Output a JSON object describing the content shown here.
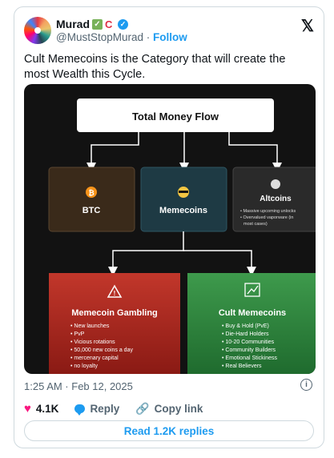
{
  "author": {
    "name": "Murad",
    "handle": "@MustStopMurad",
    "separator": "·",
    "follow_label": "Follow"
  },
  "icons": {
    "x_logo": "𝕏",
    "badge_square": "✓",
    "badge_c": "C",
    "verified": "✓"
  },
  "tweet": {
    "text": "Cult Memecoins is the Category that will create the most Wealth this Cycle."
  },
  "image": {
    "top_box": "Total Money Flow",
    "btc_label": "BTC",
    "memecoins_label": "Memecoins",
    "altcoins_label": "Altcoins",
    "altcoin_bullets": [
      "Massive upcoming unlocks",
      "Overvalued vaporware (in",
      "most cases)"
    ],
    "gambling_title": "Memecoin Gambling",
    "gambling_bullets": [
      "New launches",
      "PvP",
      "Vicious rotations",
      "50,000 new coins a day",
      "mercenary capital",
      "no loyalty"
    ],
    "cult_title": "Cult Memecoins",
    "cult_bullets": [
      "Buy & Hold (PvE)",
      "Die-Hard Holders",
      "10-20 Communities",
      "Community Builders",
      "Emotional Stickiness",
      "Real Believers"
    ],
    "btc_symbol": "₿"
  },
  "meta": {
    "timestamp": "1:25 AM · Feb 12, 2025",
    "info": "i"
  },
  "actions": {
    "likes": "4.1K",
    "reply": "Reply",
    "copy_link": "Copy link",
    "read_replies": "Read 1.2K replies"
  },
  "colors": {
    "accent": "#1d9bf0",
    "like": "#f91880",
    "media_bg": "#121212",
    "btc_box": "#3a2a1a",
    "meme_box": "#1e3a44",
    "alt_box": "#2a2a2a",
    "gambling_panel": "#b3261e",
    "cult_panel": "#2f8a3e"
  }
}
